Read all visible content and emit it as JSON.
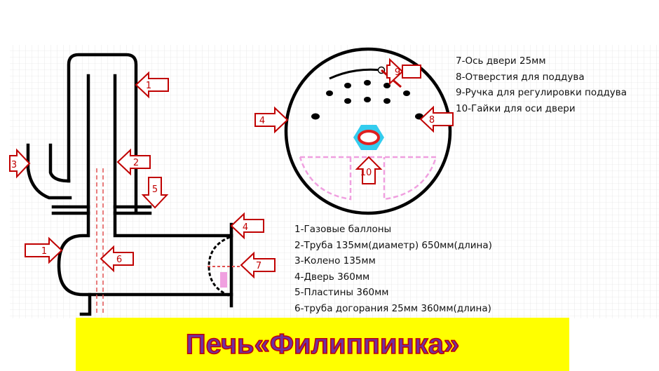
{
  "diagram": {
    "title": "Печь«Филиппинка»",
    "legend_right": [
      "7-Ось двери 25мм",
      "8-Отверстия для поддува",
      "9-Ручка для регулировки поддува",
      "10-Гайки для оси двери"
    ],
    "legend_bottom": [
      "1-Газовые баллоны",
      "2-Труба 135мм(диаметр) 650мм(длина)",
      "3-Колено 135мм",
      "4-Дверь 360мм",
      "5-Пластины 360мм",
      "6-труба догорания 25мм 360мм(длина)"
    ],
    "markers": [
      "1",
      "2",
      "3",
      "5",
      "1",
      "6",
      "4",
      "7",
      "4",
      "9",
      "8",
      "10"
    ],
    "colors": {
      "outline": "#000000",
      "arrow": "#c00000",
      "dashed": "#f0a0e0",
      "nut": "#33ccee",
      "title_fill": "#7030a0",
      "title_stroke": "#c00000",
      "banner": "#ffff00",
      "grid": "#dcdcdc"
    }
  }
}
